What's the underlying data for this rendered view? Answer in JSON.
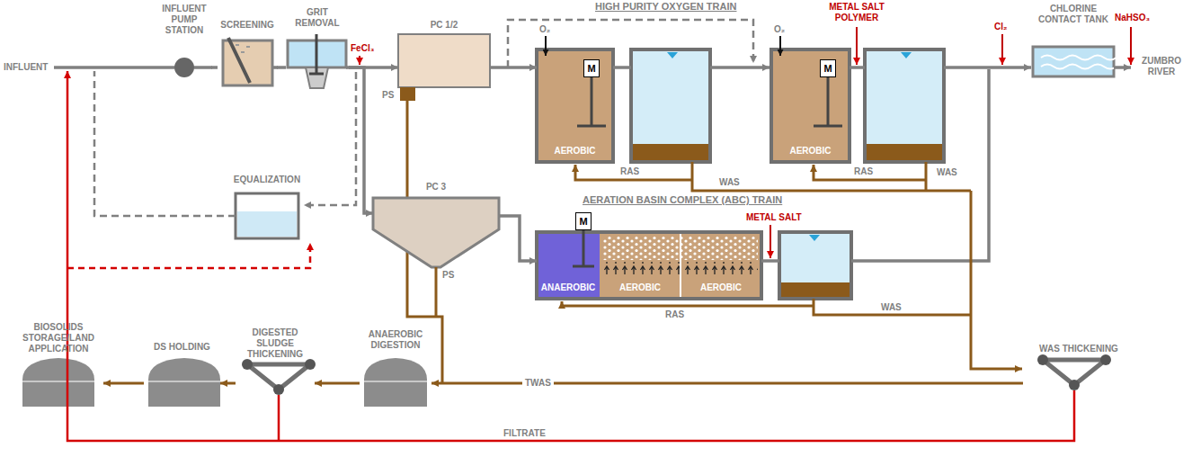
{
  "diagram": {
    "nodes": [
      {
        "text": [
          "INFLUENT PUMP STATION"
        ]
      },
      {
        "text": [
          "SCREENING"
        ]
      },
      {
        "text": [
          "GRIT REMOVAL"
        ]
      },
      {
        "text": [
          "EQUALIZATION"
        ]
      },
      {
        "text": [
          "PC 1/2"
        ]
      },
      {
        "text": [
          "AEROBIC"
        ]
      },
      {
        "text": [
          "M"
        ],
        "in": 5
      },
      {
        "text": [
          "AEROBIC"
        ]
      },
      {
        "text": [
          "M"
        ],
        "in": 7
      },
      {
        "text": [
          "PC 3"
        ]
      },
      {
        "text": [
          "M"
        ]
      },
      {
        "text": [
          "ANAEROBIC"
        ]
      },
      {
        "text": [
          "AEROBIC"
        ]
      },
      {
        "text": [
          "AEROBIC"
        ]
      },
      {
        "text": [
          "CHLORINE CONTACT TANK"
        ]
      },
      {
        "text": [
          "BIOSOLIDS STORAGE/LAND APPLICATION"
        ]
      },
      {
        "text": [
          "DS HOLDING"
        ]
      },
      {
        "text": [
          "DIGESTED SLUDGE THICKENING"
        ]
      },
      {
        "text": [
          "ANAEROBIC DIGESTION"
        ]
      },
      {
        "text": [
          "WAS THICKENING"
        ]
      }
    ],
    "edges": [
      {
        "from": 0,
        "to": 1,
        "arrow": "none"
      },
      {
        "from": 1,
        "to": 2,
        "arrow": "none"
      },
      {
        "from": 2,
        "to": 4,
        "arrow": "to"
      },
      {
        "from": 2,
        "to": 9,
        "arrow": "to"
      },
      {
        "from": 4,
        "to": 5,
        "arrow": "to"
      },
      {
        "from": 9,
        "to": 11,
        "arrow": "to"
      },
      {
        "from": 19,
        "to": 18,
        "label": "TWAS",
        "arrow": "to"
      },
      {
        "from": 18,
        "to": 17,
        "arrow": "to"
      },
      {
        "from": 17,
        "to": 16,
        "arrow": "to"
      },
      {
        "from": 16,
        "to": 15,
        "arrow": "to"
      }
    ],
    "labels": [
      "INFLUENT",
      "FeCl₃",
      "PS",
      "PS",
      "HIGH PURITY OXYGEN TRAIN",
      "O₂",
      "O₂",
      "RAS",
      "WAS",
      "RAS",
      "WAS",
      "METAL SALT POLYMER",
      "Cl₂",
      "NaHSO₃",
      "ZUMBRO RIVER",
      "AERATION BASIN COMPLEX (ABC) TRAIN",
      "METAL SALT",
      "RAS",
      "WAS",
      "FILTRATE"
    ]
  }
}
